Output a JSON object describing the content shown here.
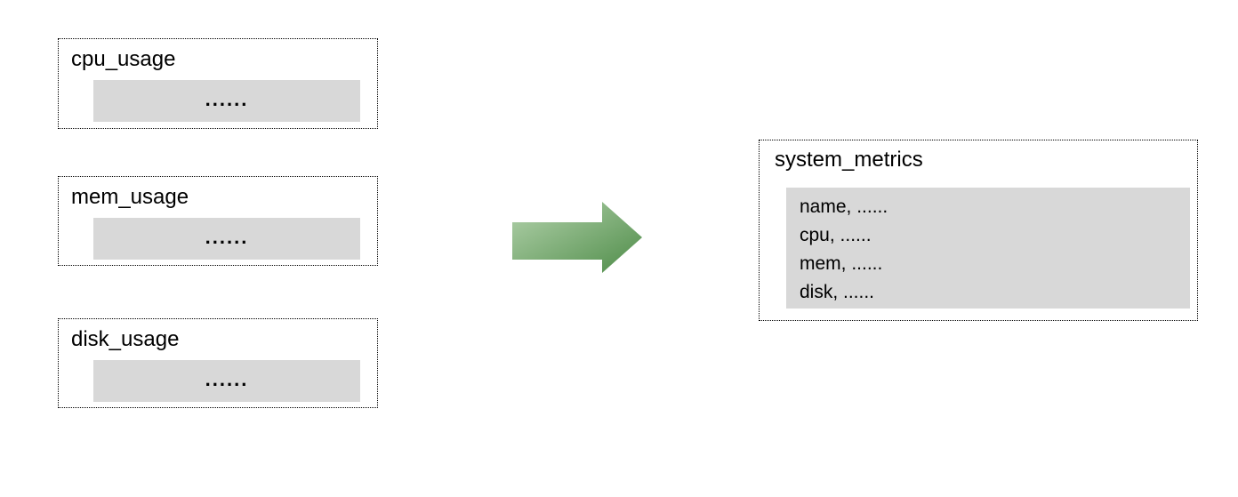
{
  "diagram": {
    "sources": [
      {
        "title": "cpu_usage",
        "placeholder": "......"
      },
      {
        "title": "mem_usage",
        "placeholder": "......"
      },
      {
        "title": "disk_usage",
        "placeholder": "......"
      }
    ],
    "arrow": {
      "direction": "right",
      "gradient_light": "#b3d2ac",
      "gradient_dark": "#4e8c48"
    },
    "target": {
      "title": "system_metrics",
      "fields": [
        "name, ......",
        "cpu, ......",
        "mem, ......",
        "disk, ......"
      ]
    },
    "colors": {
      "bar_fill": "#d8d8d8",
      "border": "#000000",
      "background": "#ffffff",
      "text": "#000000"
    }
  }
}
